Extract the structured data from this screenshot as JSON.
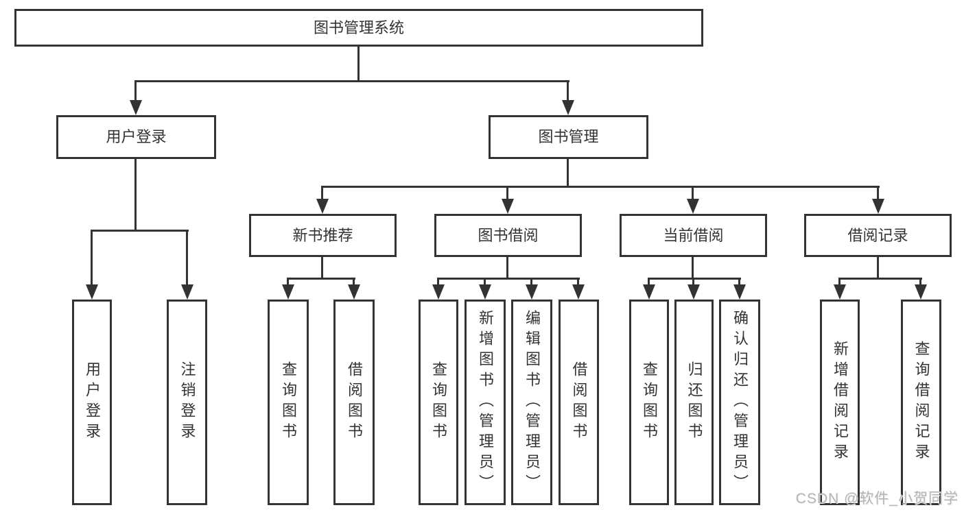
{
  "diagram": {
    "type": "hierarchy-tree",
    "root": {
      "label": "图书管理系统"
    },
    "branches": [
      {
        "label": "用户登录",
        "children": [
          {
            "label": "用户登录"
          },
          {
            "label": "注销登录"
          }
        ]
      },
      {
        "label": "图书管理",
        "children": [
          {
            "label": "新书推荐",
            "children": [
              {
                "label": "查询图书"
              },
              {
                "label": "借阅图书"
              }
            ]
          },
          {
            "label": "图书借阅",
            "children": [
              {
                "label": "查询图书"
              },
              {
                "label": "新增图书（管理员）"
              },
              {
                "label": "编辑图书（管理员）"
              },
              {
                "label": "借阅图书"
              }
            ]
          },
          {
            "label": "当前借阅",
            "children": [
              {
                "label": "查询图书"
              },
              {
                "label": "归还图书"
              },
              {
                "label": "确认归还（管理员）"
              }
            ]
          },
          {
            "label": "借阅记录",
            "children": [
              {
                "label": "新增借阅记录"
              },
              {
                "label": "查询借阅记录"
              }
            ]
          }
        ]
      }
    ]
  },
  "watermark": {
    "label": "CSDN @软件_小贺同学"
  },
  "colors": {
    "line": "#333333",
    "text": "#333333",
    "watermark": "#b5b5b5",
    "bg": "#ffffff"
  }
}
